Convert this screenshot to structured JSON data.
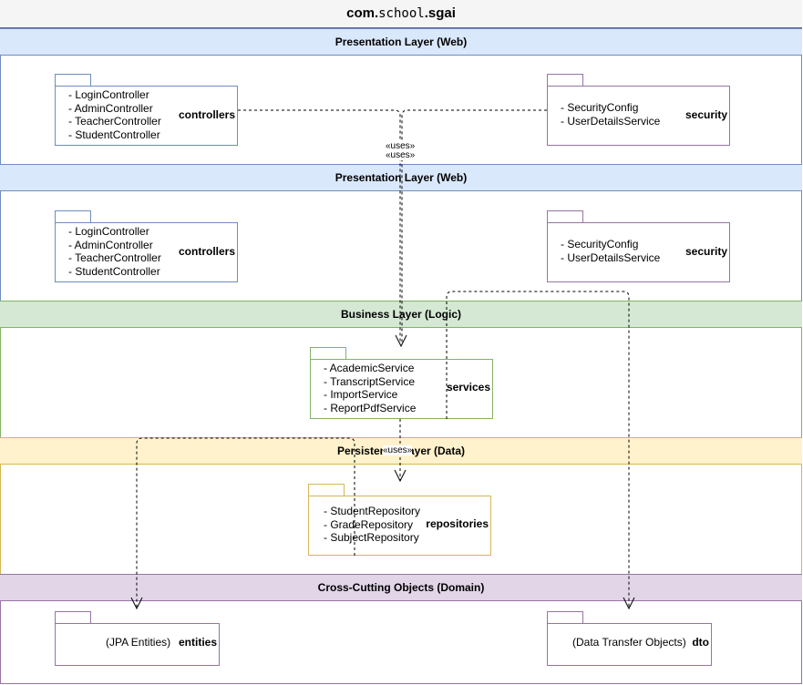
{
  "title": {
    "prefix": "com.",
    "mono": "school",
    "suffix": ".sgai"
  },
  "layers": {
    "presentation_1": "Presentation Layer (Web)",
    "presentation_2": "Presentation Layer (Web)",
    "business": "Business Layer (Logic)",
    "persistence": "Persistence Layer (Data)",
    "cross_cutting": "Cross-Cutting Objects (Domain)"
  },
  "packages": {
    "controllers": {
      "name": "controllers",
      "items": [
        "- LoginController",
        "- AdminController",
        "- TeacherController",
        "- StudentController"
      ]
    },
    "security": {
      "name": "security",
      "items": [
        "- SecurityConfig",
        "- UserDetailsService"
      ]
    },
    "services": {
      "name": "services",
      "items": [
        "- AcademicService",
        "- TranscriptService",
        "- ImportService",
        "- ReportPdfService"
      ]
    },
    "repositories": {
      "name": "repositories",
      "items": [
        "- StudentRepository",
        "- GradeRepository",
        "- SubjectRepository"
      ]
    },
    "entities": {
      "name": "entities",
      "description": "(JPA Entities)"
    },
    "dto": {
      "name": "dto",
      "description": "(Data Transfer Objects)"
    }
  },
  "connector_labels": {
    "uses_1": "«uses»",
    "uses_2": "«uses»",
    "uses_3": "«uses»"
  },
  "colors": {
    "blue_fill": "#dae8fc",
    "blue_stroke": "#6c8ebf",
    "green_fill": "#d5e8d4",
    "green_stroke": "#82b366",
    "yellow_fill": "#fff2cc",
    "yellow_stroke": "#d6b656",
    "purple_fill": "#e1d5e7",
    "purple_stroke": "#9673a6"
  }
}
